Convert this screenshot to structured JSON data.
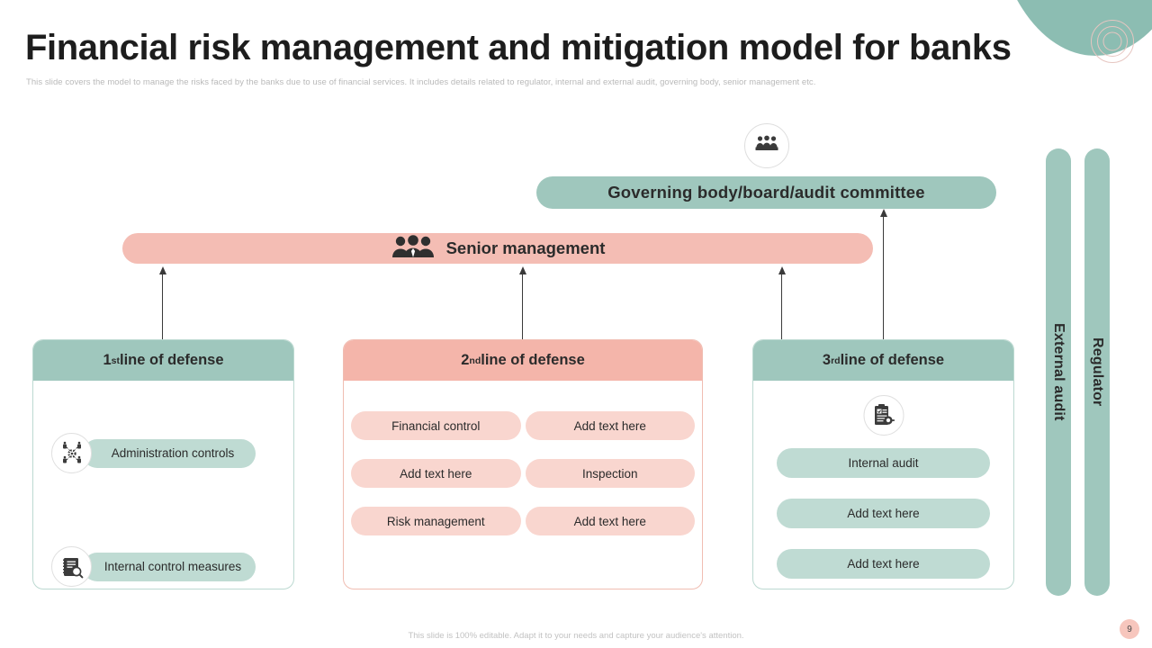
{
  "header": {
    "title": "Financial risk management and mitigation model for banks",
    "subtitle": "This slide covers the model to manage the risks faced by the banks due to use of financial services. It includes details related to regulator, internal and external audit, governing body, senior management  etc."
  },
  "governing": {
    "icon": "people-group-icon",
    "label": "Governing body/board/audit committee"
  },
  "senior_management": {
    "icon": "people-group-icon",
    "label": "Senior management"
  },
  "cards": [
    {
      "ordinal": "1",
      "ordinal_suffix": "st",
      "title_rest": " line of defense",
      "theme": "teal",
      "items": [
        {
          "icon": "network-settings-icon",
          "label": "Administration controls"
        },
        {
          "icon": "document-search-icon",
          "label": "Internal  control measures"
        }
      ]
    },
    {
      "ordinal": "2",
      "ordinal_suffix": "nd",
      "title_rest": " line of defense",
      "theme": "pink",
      "items": [
        {
          "label": "Financial control"
        },
        {
          "label": "Add text here"
        },
        {
          "label": "Add text here"
        },
        {
          "label": "Inspection"
        },
        {
          "label": "Risk management"
        },
        {
          "label": "Add text here"
        }
      ]
    },
    {
      "ordinal": "3",
      "ordinal_suffix": "rd",
      "title_rest": " line of defense",
      "theme": "teal",
      "icon": "clipboard-audit-icon",
      "items": [
        {
          "label": "Internal  audit"
        },
        {
          "label": "Add text here"
        },
        {
          "label": "Add text here"
        }
      ]
    }
  ],
  "side_bars": [
    {
      "label": "External audit"
    },
    {
      "label": "Regulator"
    }
  ],
  "footer": {
    "note": "This slide is 100% editable.  Adapt it to your needs and capture your audience's attention.",
    "page_number": "9"
  },
  "colors": {
    "teal": "#9fc7bd",
    "teal_light": "#bfdbd3",
    "pink": "#f4b5aa",
    "pink_light": "#f9d6cf",
    "pink_bar": "#f4bdb4",
    "text_dark": "#2b2b2b",
    "muted": "#bdbdbd"
  }
}
